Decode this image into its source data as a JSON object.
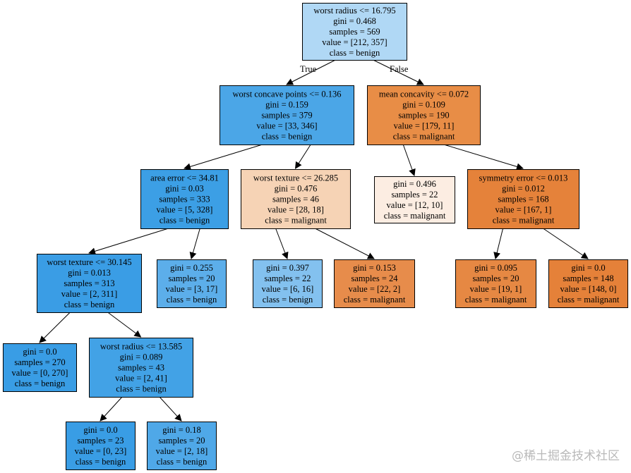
{
  "nodes": [
    {
      "id": "root",
      "lines": [
        "worst radius <= 16.795",
        "gini = 0.468",
        "samples = 569",
        "value = [212, 357]",
        "class = benign"
      ],
      "fill": "#b0d8f5"
    },
    {
      "id": "n1",
      "lines": [
        "worst concave points <= 0.136",
        "gini = 0.159",
        "samples = 379",
        "value = [33, 346]",
        "class = benign"
      ],
      "fill": "#4ba6e7"
    },
    {
      "id": "n2",
      "lines": [
        "mean concavity <= 0.072",
        "gini = 0.109",
        "samples = 190",
        "value = [179, 11]",
        "class = malignant"
      ],
      "fill": "#e88d46"
    },
    {
      "id": "n3",
      "lines": [
        "area error <= 34.81",
        "gini = 0.03",
        "samples = 333",
        "value = [5, 328]",
        "class = benign"
      ],
      "fill": "#3c9fe5"
    },
    {
      "id": "n4",
      "lines": [
        "worst texture <= 26.285",
        "gini = 0.476",
        "samples = 46",
        "value = [28, 18]",
        "class = malignant"
      ],
      "fill": "#f6d3b5"
    },
    {
      "id": "n5",
      "lines": [
        "gini = 0.496",
        "samples = 22",
        "value = [12, 10]",
        "class = malignant"
      ],
      "fill": "#fcede2"
    },
    {
      "id": "n6",
      "lines": [
        "symmetry error <= 0.013",
        "gini = 0.012",
        "samples = 168",
        "value = [167, 1]",
        "class = malignant"
      ],
      "fill": "#e5823a"
    },
    {
      "id": "n7",
      "lines": [
        "worst texture <= 30.145",
        "gini = 0.013",
        "samples = 313",
        "value = [2, 311]",
        "class = benign"
      ],
      "fill": "#3a9de5"
    },
    {
      "id": "n8",
      "lines": [
        "gini = 0.255",
        "samples = 20",
        "value = [3, 17]",
        "class = benign"
      ],
      "fill": "#5caeea"
    },
    {
      "id": "n9",
      "lines": [
        "gini = 0.397",
        "samples = 22",
        "value = [6, 16]",
        "class = benign"
      ],
      "fill": "#83c1ef"
    },
    {
      "id": "n10",
      "lines": [
        "gini = 0.153",
        "samples = 24",
        "value = [22, 2]",
        "class = malignant"
      ],
      "fill": "#e78c4b"
    },
    {
      "id": "n11",
      "lines": [
        "gini = 0.095",
        "samples = 20",
        "value = [19, 1]",
        "class = malignant"
      ],
      "fill": "#e68843"
    },
    {
      "id": "n12",
      "lines": [
        "gini = 0.0",
        "samples = 148",
        "value = [148, 0]",
        "class = malignant"
      ],
      "fill": "#e58139"
    },
    {
      "id": "n13",
      "lines": [
        "gini = 0.0",
        "samples = 270",
        "value = [0, 270]",
        "class = benign"
      ],
      "fill": "#399de5"
    },
    {
      "id": "n14",
      "lines": [
        "worst radius <= 13.585",
        "gini = 0.089",
        "samples = 43",
        "value = [2, 41]",
        "class = benign"
      ],
      "fill": "#42a2e6"
    },
    {
      "id": "n15",
      "lines": [
        "gini = 0.0",
        "samples = 23",
        "value = [0, 23]",
        "class = benign"
      ],
      "fill": "#399de5"
    },
    {
      "id": "n16",
      "lines": [
        "gini = 0.18",
        "samples = 20",
        "value = [2, 18]",
        "class = benign"
      ],
      "fill": "#4fa8e8"
    }
  ],
  "edges": [
    {
      "from": "root",
      "to": "n1",
      "label": "True"
    },
    {
      "from": "root",
      "to": "n2",
      "label": "False"
    },
    {
      "from": "n1",
      "to": "n3",
      "label": ""
    },
    {
      "from": "n1",
      "to": "n4",
      "label": ""
    },
    {
      "from": "n2",
      "to": "n5",
      "label": ""
    },
    {
      "from": "n2",
      "to": "n6",
      "label": ""
    },
    {
      "from": "n3",
      "to": "n7",
      "label": ""
    },
    {
      "from": "n3",
      "to": "n8",
      "label": ""
    },
    {
      "from": "n4",
      "to": "n9",
      "label": ""
    },
    {
      "from": "n4",
      "to": "n10",
      "label": ""
    },
    {
      "from": "n6",
      "to": "n11",
      "label": ""
    },
    {
      "from": "n6",
      "to": "n12",
      "label": ""
    },
    {
      "from": "n7",
      "to": "n13",
      "label": ""
    },
    {
      "from": "n7",
      "to": "n14",
      "label": ""
    },
    {
      "from": "n14",
      "to": "n15",
      "label": ""
    },
    {
      "from": "n14",
      "to": "n16",
      "label": ""
    }
  ],
  "watermark": "@稀土掘金技术社区"
}
